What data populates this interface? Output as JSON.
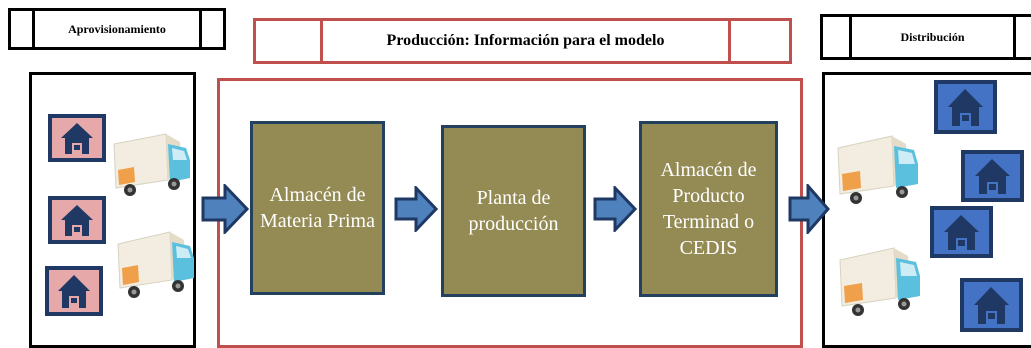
{
  "headers": {
    "aprovisionamiento": "Aprovisionamiento",
    "produccion": "Producción: Información para el modelo",
    "distribucion": "Distribución"
  },
  "nodes": {
    "almacen_materia_prima": "Almacén de Materia Prima",
    "planta_produccion": "Planta de producción",
    "almacen_producto_terminado": "Almacén de Producto Terminad o CEDIS"
  },
  "colors": {
    "node_fill": "#948a54",
    "node_border": "#244061",
    "arrow_fill": "#4f81bd",
    "arrow_border": "#1f3864",
    "red_border": "#c0504d",
    "house_pink": "#e6a8a8",
    "house_blue": "#4472c4"
  }
}
